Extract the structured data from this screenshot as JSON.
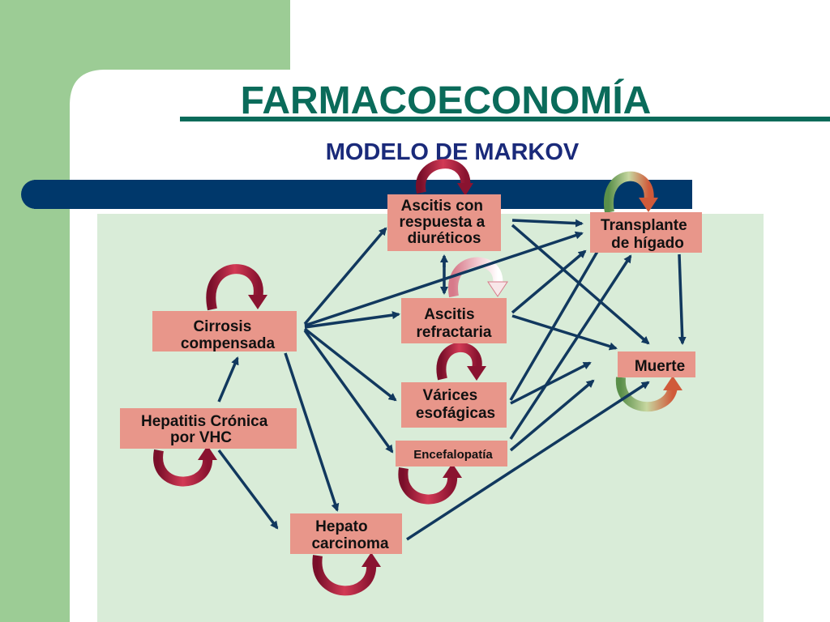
{
  "title": "FARMACOECONOMÍA",
  "subtitle": "MODELO DE MARKOV",
  "colors": {
    "green_band": "#9ccc95",
    "panel": "#d9ecd8",
    "navy": "#00386b",
    "teal": "#0a6b5a",
    "node_fill": "#e8968a",
    "arrow": "#11385e",
    "loop_red": "#b31d3a"
  },
  "nodes": [
    {
      "id": "ascitis-diureticos",
      "lines": [
        "Ascitis con",
        "respuesta a",
        "diuréticos"
      ]
    },
    {
      "id": "transplante",
      "lines": [
        "Transplante",
        "de hígado"
      ]
    },
    {
      "id": "cirrosis",
      "lines": [
        "Cirrosis",
        "compensada"
      ]
    },
    {
      "id": "ascitis-refractaria",
      "lines": [
        "Ascitis",
        "refractaria"
      ]
    },
    {
      "id": "muerte",
      "lines": [
        "Muerte"
      ]
    },
    {
      "id": "varices",
      "lines": [
        "Várices",
        "esofágicas"
      ]
    },
    {
      "id": "hepatitis",
      "lines": [
        "Hepatitis Crónica",
        "por VHC"
      ]
    },
    {
      "id": "encefalopatia",
      "lines": [
        "Encefalopatía"
      ]
    },
    {
      "id": "hepatocarcinoma",
      "lines": [
        "Hepato",
        "carcinoma"
      ]
    }
  ],
  "icons": {
    "self_loop": "circular-arrow-icon"
  }
}
